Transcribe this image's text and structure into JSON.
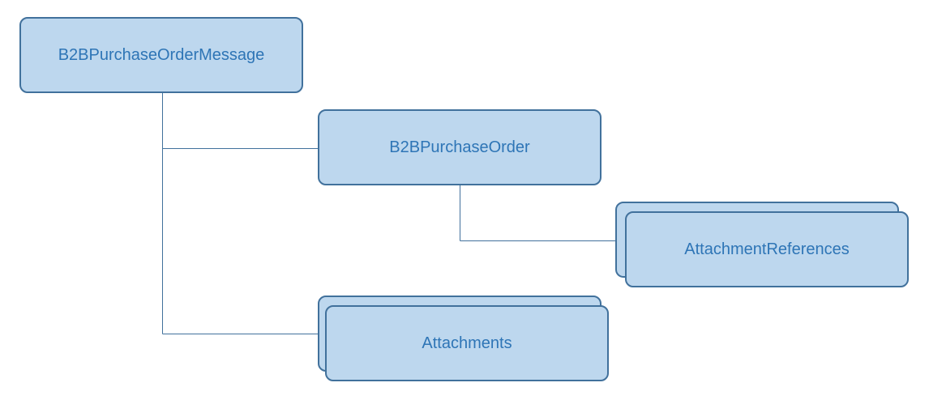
{
  "diagram": {
    "nodes": {
      "root": {
        "label": "B2BPurchaseOrderMessage"
      },
      "purchase_order": {
        "label": "B2BPurchaseOrder"
      },
      "attachment_references": {
        "label": "AttachmentReferences",
        "multiple": true
      },
      "attachments": {
        "label": "Attachments",
        "multiple": true
      }
    },
    "edges": [
      {
        "from": "B2BPurchaseOrderMessage",
        "to": "B2BPurchaseOrder"
      },
      {
        "from": "B2BPurchaseOrderMessage",
        "to": "Attachments"
      },
      {
        "from": "B2BPurchaseOrder",
        "to": "AttachmentReferences"
      }
    ],
    "colors": {
      "fill": "#bdd7ee",
      "border": "#41719c",
      "text": "#2e75b6",
      "connector": "#41719c"
    }
  }
}
